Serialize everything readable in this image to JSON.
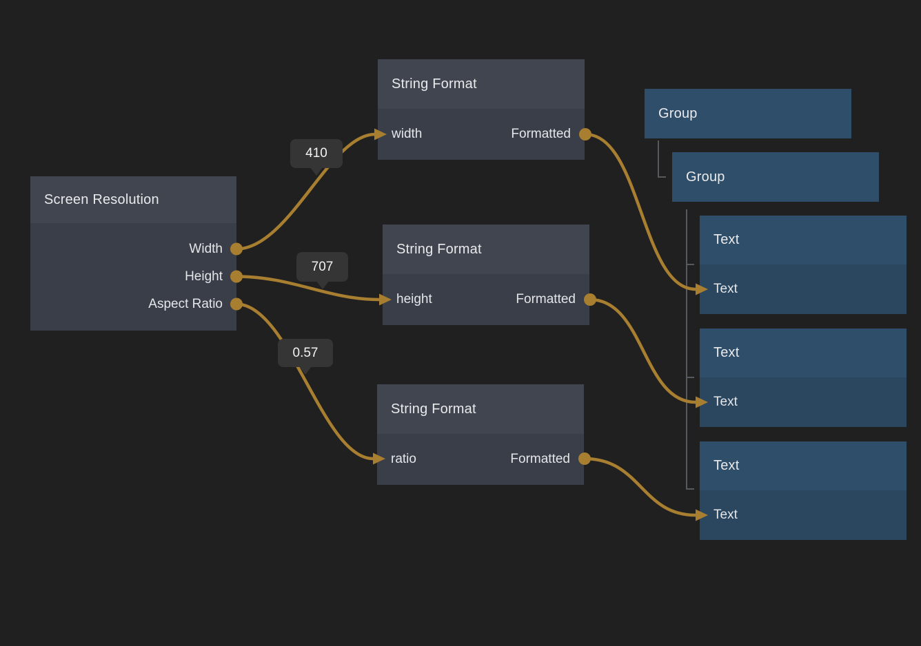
{
  "colors": {
    "canvas_bg": "#202021",
    "gray_header": "#41454f",
    "gray_body": "#3a3e48",
    "blue_header": "#2f4e6a",
    "blue_body": "#2b4760",
    "wire": "#a87f30",
    "tree_line": "#56595d",
    "badge_bg": "#353535",
    "text": "#e9eaec"
  },
  "nodes": {
    "screen_resolution": {
      "title": "Screen Resolution",
      "outputs": [
        "Width",
        "Height",
        "Aspect Ratio"
      ]
    },
    "string_format_width": {
      "title": "String Format",
      "input": "width",
      "output": "Formatted"
    },
    "string_format_height": {
      "title": "String Format",
      "input": "height",
      "output": "Formatted"
    },
    "string_format_ratio": {
      "title": "String Format",
      "input": "ratio",
      "output": "Formatted"
    },
    "group_outer": {
      "title": "Group"
    },
    "group_inner": {
      "title": "Group"
    },
    "text_width": {
      "title": "Text",
      "input": "Text"
    },
    "text_height": {
      "title": "Text",
      "input": "Text"
    },
    "text_ratio": {
      "title": "Text",
      "input": "Text"
    }
  },
  "wire_value_badges": [
    {
      "value": "410"
    },
    {
      "value": "707"
    },
    {
      "value": "0.57"
    }
  ]
}
